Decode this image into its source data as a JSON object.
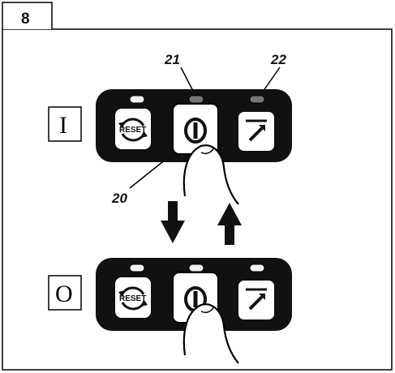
{
  "figure": {
    "number": "8",
    "callouts": {
      "power_button": "20",
      "green_led": "21",
      "red_led": "22"
    },
    "panel_on": {
      "state_label": "I",
      "leds": [
        "off",
        "on-green",
        "on-red"
      ],
      "buttons": {
        "reset": "RESET",
        "power": "power-symbol",
        "sync": "sync-symbol"
      }
    },
    "panel_off": {
      "state_label": "O",
      "leds": [
        "off",
        "off",
        "off"
      ],
      "buttons": {
        "reset": "RESET",
        "power": "power-symbol",
        "sync": "sync-symbol"
      }
    },
    "arrows": [
      "down",
      "up"
    ],
    "colors": {
      "panel": "#111111",
      "led_off": "#f2f2f2",
      "led_lit": "#777777",
      "button_face": "#ffffff",
      "stroke": "#000000"
    }
  }
}
